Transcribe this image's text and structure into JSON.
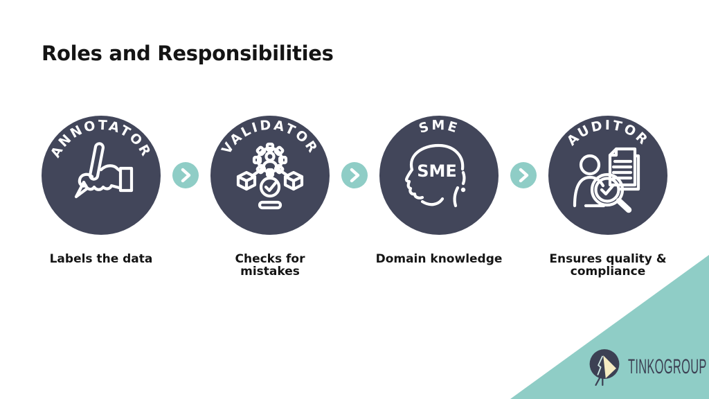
{
  "title": "Roles and Responsibilities",
  "flow": {
    "roles": [
      {
        "name": "ANNOTATOR",
        "description": "Labels the data",
        "icon": "writing-hand-icon"
      },
      {
        "name": "VALIDATOR",
        "description": "Checks for mistakes",
        "icon": "gear-check-icon"
      },
      {
        "name": "SME",
        "description": "Domain knowledge",
        "icon": "head-profile-icon",
        "inner_label": "SME"
      },
      {
        "name": "AUDITOR",
        "description": "Ensures quality & compliance",
        "icon": "audit-magnifier-icon"
      }
    ],
    "connector_icon": "chevron-right"
  },
  "logo": {
    "text": "TINKOGROUP",
    "icon": "lamp-logo-icon"
  },
  "colors": {
    "background": "#FFFFFF",
    "role_circle": "#42465A",
    "accent_teal": "#8FCDC6",
    "icon_stroke": "#FFFFFF",
    "title_text": "#141414",
    "logo_text": "#3C4053",
    "logo_cream": "#F6ECC2"
  }
}
